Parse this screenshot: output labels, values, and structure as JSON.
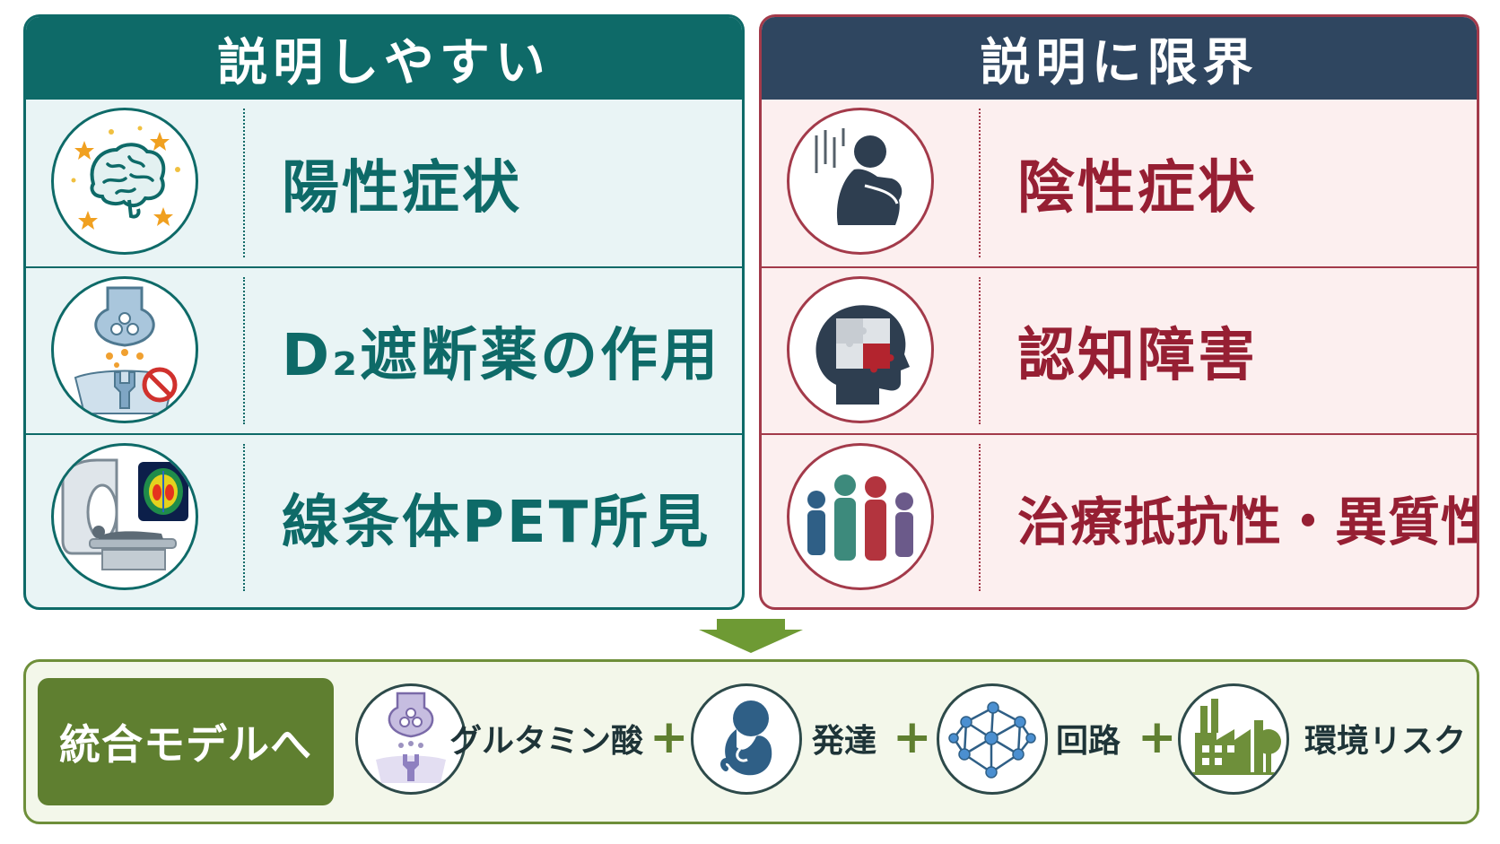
{
  "left_panel": {
    "title": "説明しやすい",
    "rows": [
      {
        "label": "陽性症状",
        "icon": "brain-stars-icon"
      },
      {
        "label": "D₂遮断薬の作用",
        "icon": "synapse-block-icon"
      },
      {
        "label": "線条体PET所見",
        "icon": "pet-scanner-icon"
      }
    ]
  },
  "right_panel": {
    "title": "説明に限界",
    "rows": [
      {
        "label": "陰性症状",
        "icon": "withdrawn-person-icon"
      },
      {
        "label": "認知障害",
        "icon": "head-puzzle-icon"
      },
      {
        "label": "治療抵抗性・異質性",
        "icon": "diverse-people-icon"
      }
    ]
  },
  "bottom": {
    "title": "統合モデルへ",
    "factors": [
      {
        "label": "グルタミン酸",
        "icon": "glutamate-synapse-icon"
      },
      {
        "label": "発達",
        "icon": "fetus-icon"
      },
      {
        "label": "回路",
        "icon": "network-icon"
      },
      {
        "label": "環境リスク",
        "icon": "city-tree-icon"
      }
    ],
    "plus": "+"
  },
  "colors": {
    "left_accent": "#0e6a68",
    "right_header": "#2f4660",
    "right_accent": "#a33a4a",
    "bottom_accent": "#5f7f30"
  }
}
